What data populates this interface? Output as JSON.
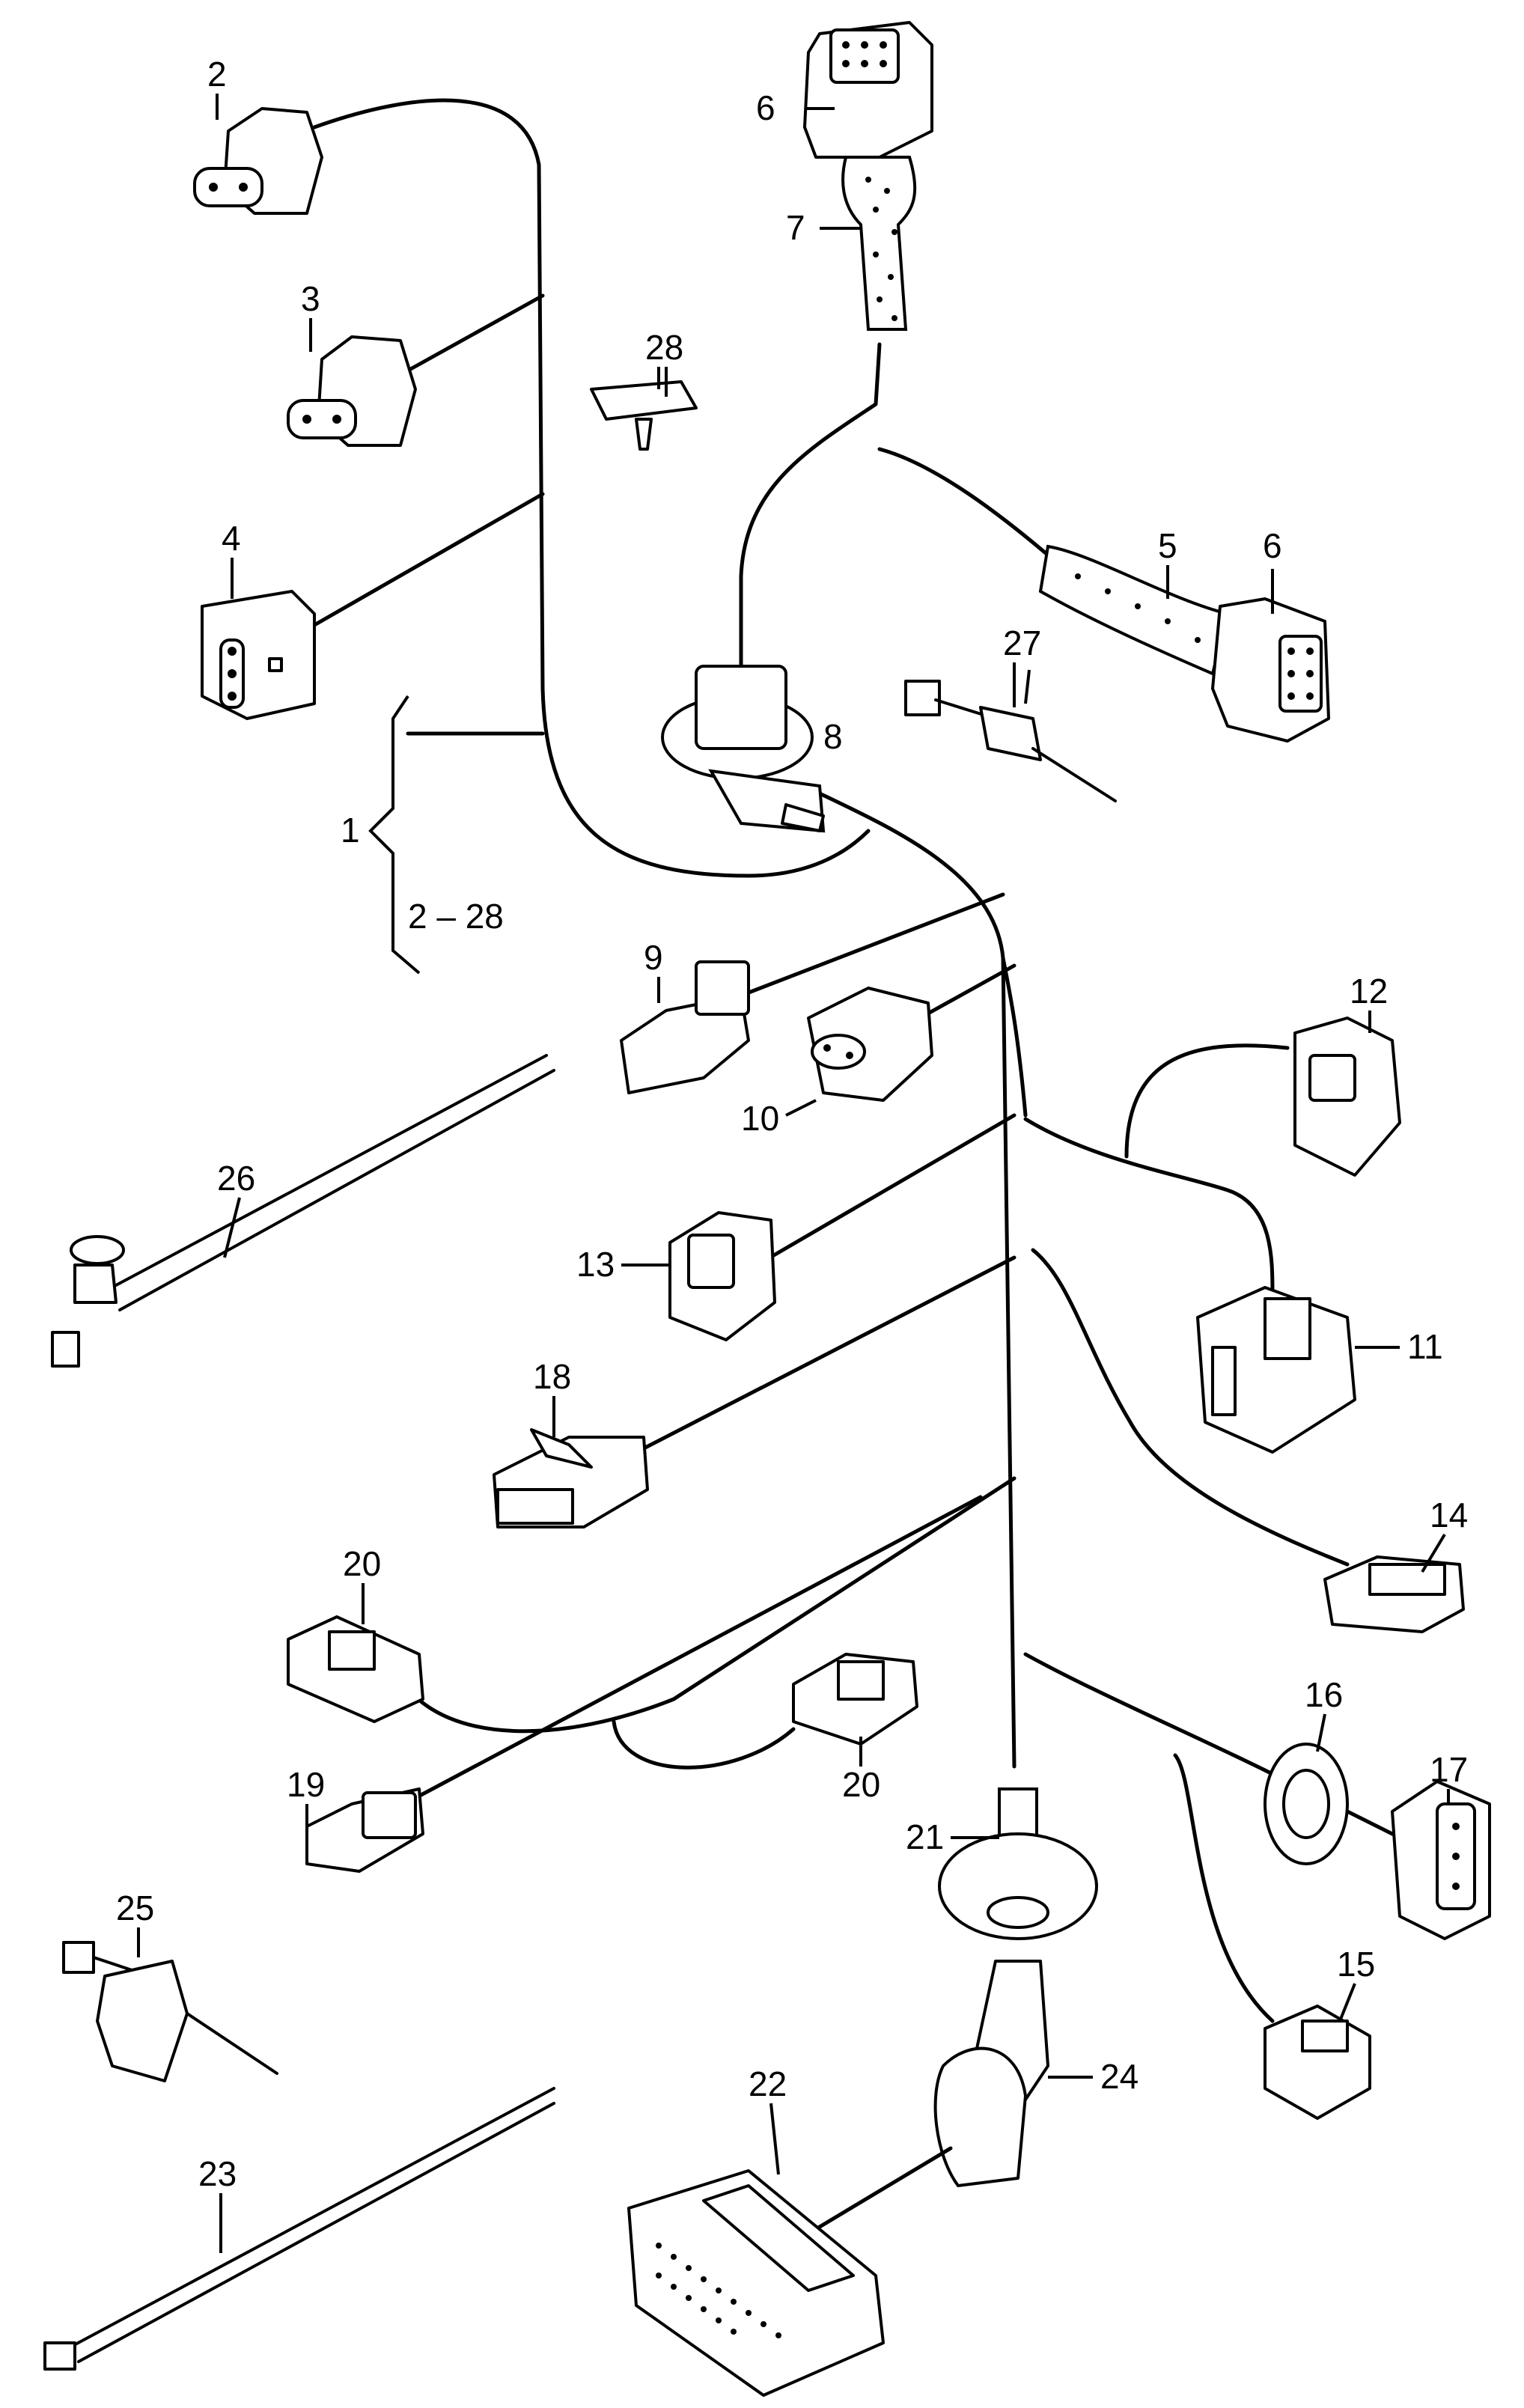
{
  "callouts": {
    "c1": "1",
    "c2_28": "2 – 28",
    "c2": "2",
    "c3": "3",
    "c4": "4",
    "c5": "5",
    "c6a": "6",
    "c6b": "6",
    "c7": "7",
    "c8": "8",
    "c9": "9",
    "c10": "10",
    "c11": "11",
    "c12": "12",
    "c13": "13",
    "c14": "14",
    "c15": "15",
    "c16": "16",
    "c17": "17",
    "c18": "18",
    "c19": "19",
    "c20a": "20",
    "c20b": "20",
    "c21": "21",
    "c22": "22",
    "c23": "23",
    "c24": "24",
    "c25": "25",
    "c26": "26",
    "c27": "27",
    "c28": "28"
  },
  "part_icons": {
    "connector": "connector-icon",
    "grommet": "grommet-icon",
    "cable_tie": "cable-tie-icon",
    "corrugated_sleeve": "corrugated-sleeve-icon",
    "clip": "clip-icon"
  }
}
